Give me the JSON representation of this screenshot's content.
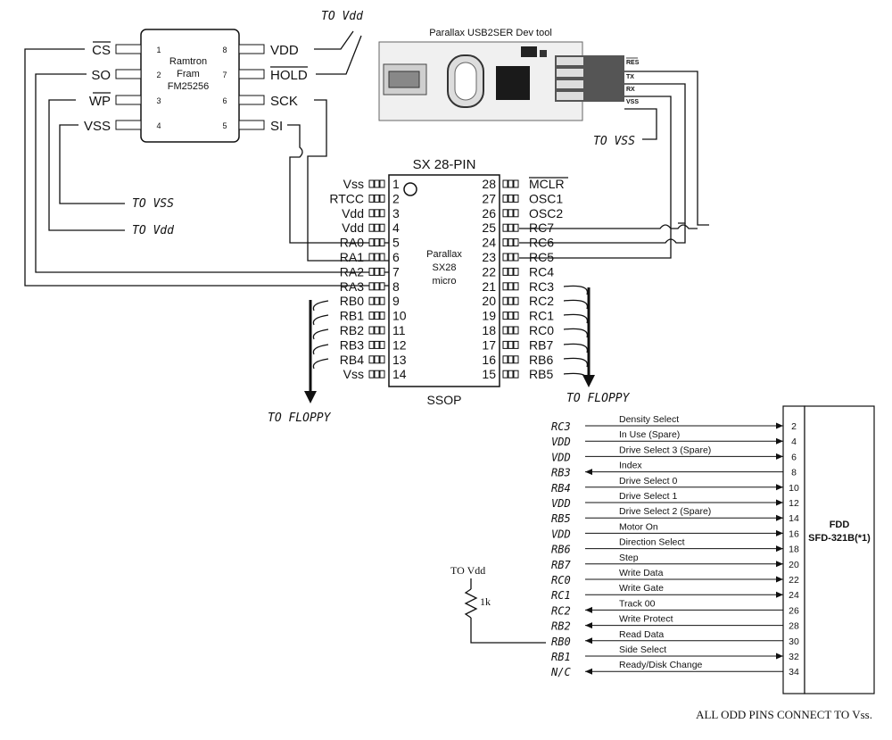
{
  "fram": {
    "name_lines": [
      "Ramtron",
      "Fram",
      "FM25256"
    ],
    "left_pins": [
      {
        "num": "1",
        "name": "CS",
        "overline": true
      },
      {
        "num": "2",
        "name": "SO",
        "overline": false
      },
      {
        "num": "3",
        "name": "WP",
        "overline": true
      },
      {
        "num": "4",
        "name": "VSS",
        "overline": false
      }
    ],
    "right_pins": [
      {
        "num": "8",
        "name": "VDD",
        "overline": false
      },
      {
        "num": "7",
        "name": "HOLD",
        "overline": true
      },
      {
        "num": "6",
        "name": "SCK",
        "overline": false
      },
      {
        "num": "5",
        "name": "SI",
        "overline": false
      }
    ],
    "to_vdd_top": "TO Vdd",
    "to_vss": "TO VSS",
    "to_vdd": "TO Vdd"
  },
  "usb": {
    "title": "Parallax USB2SER Dev tool",
    "pins": [
      "RES",
      "TX",
      "RX",
      "VSS"
    ],
    "to_vss": "TO VSS"
  },
  "sx": {
    "title": "SX 28-PIN",
    "name_lines": [
      "Parallax",
      "SX28",
      "micro"
    ],
    "package": "SSOP",
    "left_pins": [
      {
        "num": "1",
        "name": "Vss"
      },
      {
        "num": "2",
        "name": "RTCC"
      },
      {
        "num": "3",
        "name": "Vdd"
      },
      {
        "num": "4",
        "name": "Vdd"
      },
      {
        "num": "5",
        "name": "RA0"
      },
      {
        "num": "6",
        "name": "RA1"
      },
      {
        "num": "7",
        "name": "RA2"
      },
      {
        "num": "8",
        "name": "RA3"
      },
      {
        "num": "9",
        "name": "RB0"
      },
      {
        "num": "10",
        "name": "RB1"
      },
      {
        "num": "11",
        "name": "RB2"
      },
      {
        "num": "12",
        "name": "RB3"
      },
      {
        "num": "13",
        "name": "RB4"
      },
      {
        "num": "14",
        "name": "Vss"
      }
    ],
    "right_pins": [
      {
        "num": "28",
        "name": "MCLR"
      },
      {
        "num": "27",
        "name": "OSC1"
      },
      {
        "num": "26",
        "name": "OSC2"
      },
      {
        "num": "25",
        "name": "RC7"
      },
      {
        "num": "24",
        "name": "RC6"
      },
      {
        "num": "23",
        "name": "RC5"
      },
      {
        "num": "22",
        "name": "RC4"
      },
      {
        "num": "21",
        "name": "RC3"
      },
      {
        "num": "20",
        "name": "RC2"
      },
      {
        "num": "19",
        "name": "RC1"
      },
      {
        "num": "18",
        "name": "RC0"
      },
      {
        "num": "17",
        "name": "RB7"
      },
      {
        "num": "16",
        "name": "RB6"
      },
      {
        "num": "15",
        "name": "RB5"
      }
    ],
    "to_floppy_left": "TO FLOPPY",
    "to_floppy_right": "TO FLOPPY"
  },
  "fdd": {
    "title_lines": [
      "FDD",
      "SFD-321B(*1)"
    ],
    "rows": [
      {
        "src": "RC3",
        "label": "Density Select",
        "pin": "2",
        "dir": "in"
      },
      {
        "src": "VDD",
        "label": "In Use (Spare)",
        "pin": "4",
        "dir": "in"
      },
      {
        "src": "VDD",
        "label": "Drive Select 3 (Spare)",
        "pin": "6",
        "dir": "in"
      },
      {
        "src": "RB3",
        "label": "Index",
        "pin": "8",
        "dir": "out"
      },
      {
        "src": "RB4",
        "label": "Drive Select 0",
        "pin": "10",
        "dir": "in"
      },
      {
        "src": "VDD",
        "label": "Drive Select 1",
        "pin": "12",
        "dir": "in"
      },
      {
        "src": "RB5",
        "label": "Drive Select 2 (Spare)",
        "pin": "14",
        "dir": "in"
      },
      {
        "src": "VDD",
        "label": "Motor On",
        "pin": "16",
        "dir": "in"
      },
      {
        "src": "RB6",
        "label": "Direction Select",
        "pin": "18",
        "dir": "in"
      },
      {
        "src": "RB7",
        "label": "Step",
        "pin": "20",
        "dir": "in"
      },
      {
        "src": "RC0",
        "label": "Write Data",
        "pin": "22",
        "dir": "in"
      },
      {
        "src": "RC1",
        "label": "Write Gate",
        "pin": "24",
        "dir": "in"
      },
      {
        "src": "RC2",
        "label": "Track 00",
        "pin": "26",
        "dir": "out"
      },
      {
        "src": "RB2",
        "label": "Write Protect",
        "pin": "28",
        "dir": "out"
      },
      {
        "src": "RB0",
        "label": "Read Data",
        "pin": "30",
        "dir": "out"
      },
      {
        "src": "RB1",
        "label": "Side Select",
        "pin": "32",
        "dir": "in"
      },
      {
        "src": "N/C",
        "label": "Ready/Disk Change",
        "pin": "34",
        "dir": "out"
      }
    ]
  },
  "pullup": {
    "label": "TO Vdd",
    "value": "1k"
  },
  "footer": "ALL ODD PINS CONNECT TO Vss."
}
